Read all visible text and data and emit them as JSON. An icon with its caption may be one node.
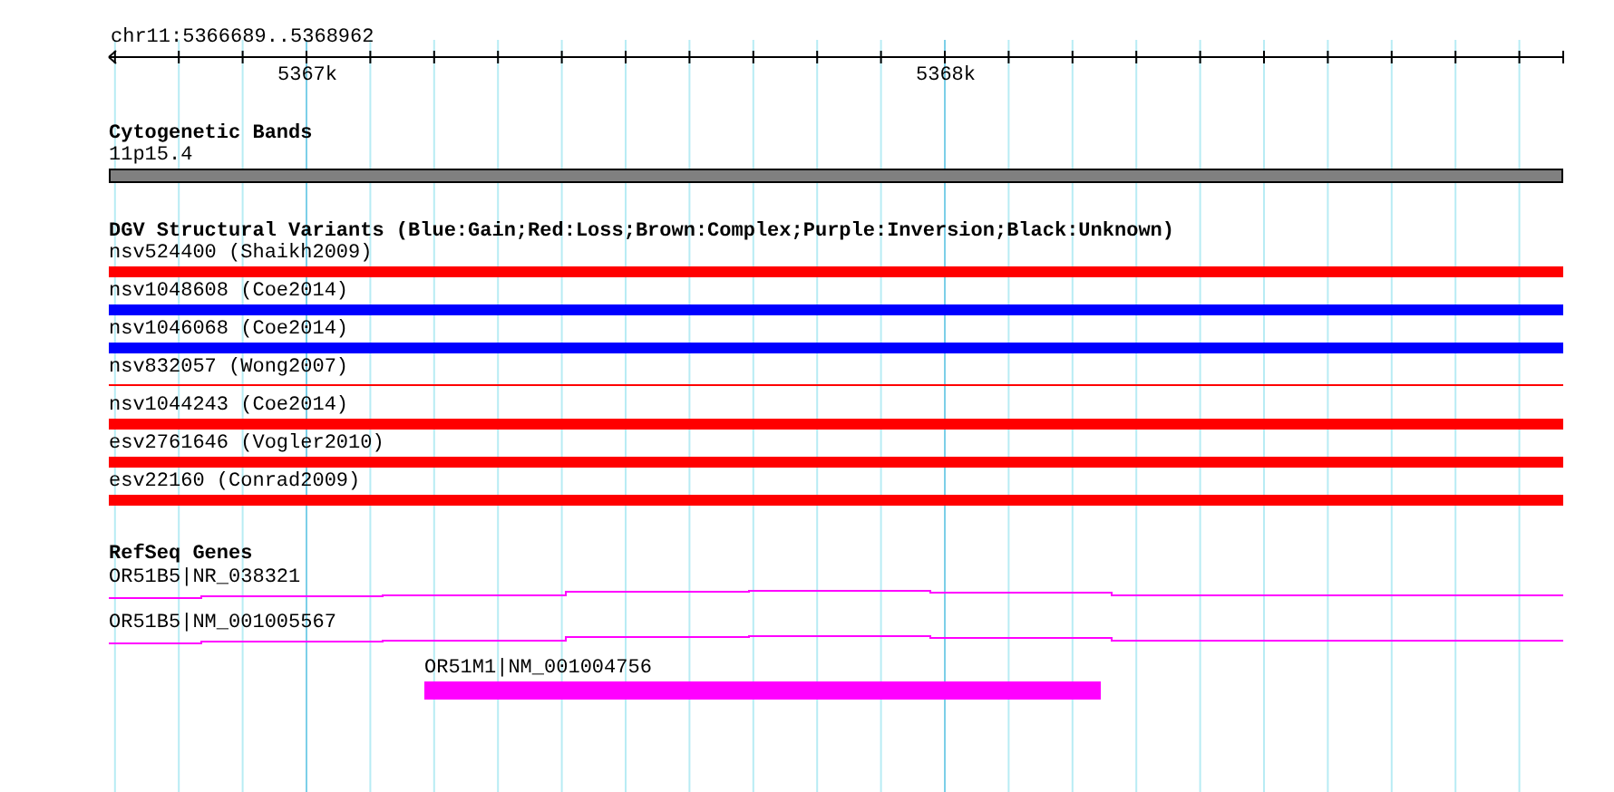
{
  "diagram": {
    "nodes": [
      {
        "text": [
          "11p15.4"
        ]
      },
      {
        "text": [
          "nsv524400 (Shaikh2009)"
        ]
      },
      {
        "text": [
          "nsv1048608 (Coe2014)"
        ]
      },
      {
        "text": [
          "nsv1046068 (Coe2014)"
        ]
      },
      {
        "text": [
          "nsv832057 (Wong2007)"
        ]
      },
      {
        "text": [
          "nsv1044243 (Coe2014)"
        ]
      },
      {
        "text": [
          "esv2761646 (Vogler2010)"
        ]
      },
      {
        "text": [
          "esv22160 (Conrad2009)"
        ]
      },
      {
        "text": [
          "OR51B5|NR_038321"
        ]
      },
      {
        "text": [
          "OR51B5|NM_001005567"
        ]
      },
      {
        "text": [
          "OR51M1|NM_001004756"
        ]
      }
    ],
    "labels": [
      "chr11:5366689..5368962",
      "5367k",
      "5368k",
      "Cytogenetic Bands",
      "DGV Structural Variants (Blue:Gain;Red:Loss;Brown:Complex;Purple:Inversion;Black:Unknown)",
      "RefSeq Genes"
    ]
  }
}
